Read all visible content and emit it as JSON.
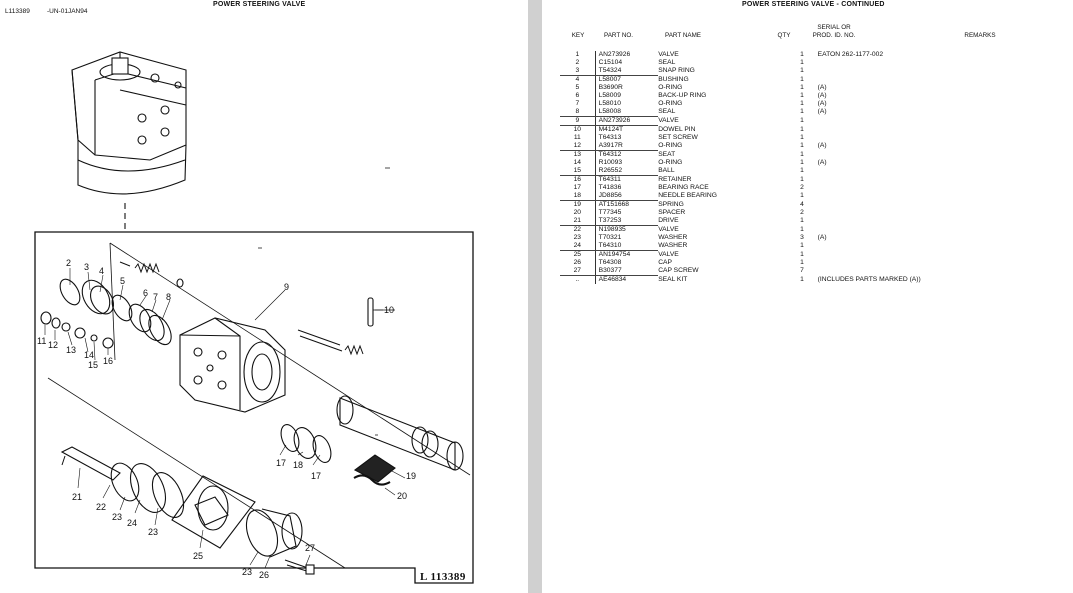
{
  "left_page": {
    "title": "POWER STEERING VALVE",
    "figure_id": "L113389",
    "figure_date": "-UN-01JAN94",
    "figure_caption": "L 113389",
    "callouts": [
      "2",
      "3",
      "4",
      "5",
      "6",
      "7",
      "8",
      "9",
      "10",
      "11",
      "12",
      "13",
      "14",
      "15",
      "16",
      "17",
      "18",
      "17",
      "19",
      "20",
      "21",
      "22",
      "23",
      "24",
      "23",
      "25",
      "23",
      "26",
      "27"
    ]
  },
  "right_page": {
    "title": "POWER STEERING VALVE - CONTINUED",
    "headers": {
      "key": "KEY",
      "part_no": "PART NO.",
      "part_name": "PART NAME",
      "qty": "QTY",
      "serial_line1": "SERIAL OR",
      "serial_line2": "PROD. ID. NO.",
      "remarks": "REMARKS"
    },
    "rows": [
      {
        "key": "1",
        "part_no": "AN273926",
        "name": "VALVE",
        "qty": "1",
        "serial": "EATON 262-1177-002",
        "remarks": ""
      },
      {
        "key": "2",
        "part_no": "C15104",
        "name": "SEAL",
        "qty": "1",
        "serial": "",
        "remarks": ""
      },
      {
        "key": "3",
        "part_no": "T54324",
        "name": "SNAP RING",
        "qty": "1",
        "serial": "",
        "remarks": ""
      },
      {
        "key": "4",
        "part_no": "L58007",
        "name": "BUSHING",
        "qty": "1",
        "serial": "",
        "remarks": ""
      },
      {
        "key": "5",
        "part_no": "B3690R",
        "name": "O-RING",
        "qty": "1",
        "serial": "(A)",
        "remarks": ""
      },
      {
        "key": "6",
        "part_no": "L58009",
        "name": "BACK-UP RING",
        "qty": "1",
        "serial": "(A)",
        "remarks": ""
      },
      {
        "key": "7",
        "part_no": "L58010",
        "name": "O-RING",
        "qty": "1",
        "serial": "(A)",
        "remarks": ""
      },
      {
        "key": "8",
        "part_no": "L58008",
        "name": "SEAL",
        "qty": "1",
        "serial": "(A)",
        "remarks": ""
      },
      {
        "key": "9",
        "part_no": "AN273926",
        "name": "VALVE",
        "qty": "1",
        "serial": "",
        "remarks": ""
      },
      {
        "key": "10",
        "part_no": "M4124T",
        "name": "DOWEL PIN",
        "qty": "1",
        "serial": "",
        "remarks": ""
      },
      {
        "key": "11",
        "part_no": "T64313",
        "name": "SET SCREW",
        "qty": "1",
        "serial": "",
        "remarks": ""
      },
      {
        "key": "12",
        "part_no": "A3917R",
        "name": "O-RING",
        "qty": "1",
        "serial": "(A)",
        "remarks": ""
      },
      {
        "key": "13",
        "part_no": "T64312",
        "name": "SEAT",
        "qty": "1",
        "serial": "",
        "remarks": ""
      },
      {
        "key": "14",
        "part_no": "R10093",
        "name": "O-RING",
        "qty": "1",
        "serial": "(A)",
        "remarks": ""
      },
      {
        "key": "15",
        "part_no": "R26552",
        "name": "BALL",
        "qty": "1",
        "serial": "",
        "remarks": ""
      },
      {
        "key": "16",
        "part_no": "T64311",
        "name": "RETAINER",
        "qty": "1",
        "serial": "",
        "remarks": ""
      },
      {
        "key": "17",
        "part_no": "T41836",
        "name": "BEARING RACE",
        "qty": "2",
        "serial": "",
        "remarks": ""
      },
      {
        "key": "18",
        "part_no": "JD8856",
        "name": "NEEDLE BEARING",
        "qty": "1",
        "serial": "",
        "remarks": ""
      },
      {
        "key": "19",
        "part_no": "AT151668",
        "name": "SPRING",
        "qty": "4",
        "serial": "",
        "remarks": ""
      },
      {
        "key": "20",
        "part_no": "T77345",
        "name": "SPACER",
        "qty": "2",
        "serial": "",
        "remarks": ""
      },
      {
        "key": "21",
        "part_no": "T37253",
        "name": "DRIVE",
        "qty": "1",
        "serial": "",
        "remarks": ""
      },
      {
        "key": "22",
        "part_no": "N198935",
        "name": "VALVE",
        "qty": "1",
        "serial": "",
        "remarks": ""
      },
      {
        "key": "23",
        "part_no": "T70321",
        "name": "WASHER",
        "qty": "3",
        "serial": "(A)",
        "remarks": ""
      },
      {
        "key": "24",
        "part_no": "T64310",
        "name": "WASHER",
        "qty": "1",
        "serial": "",
        "remarks": ""
      },
      {
        "key": "25",
        "part_no": "AN194754",
        "name": "VALVE",
        "qty": "1",
        "serial": "",
        "remarks": ""
      },
      {
        "key": "26",
        "part_no": "T64308",
        "name": "CAP",
        "qty": "1",
        "serial": "",
        "remarks": ""
      },
      {
        "key": "27",
        "part_no": "B30377",
        "name": "CAP SCREW",
        "qty": "7",
        "serial": "",
        "remarks": ""
      },
      {
        "key": "..",
        "part_no": "AE46834",
        "name": "SEAL KIT",
        "qty": "1",
        "serial": "(INCLUDES PARTS MARKED (A))",
        "remarks": ""
      }
    ]
  }
}
